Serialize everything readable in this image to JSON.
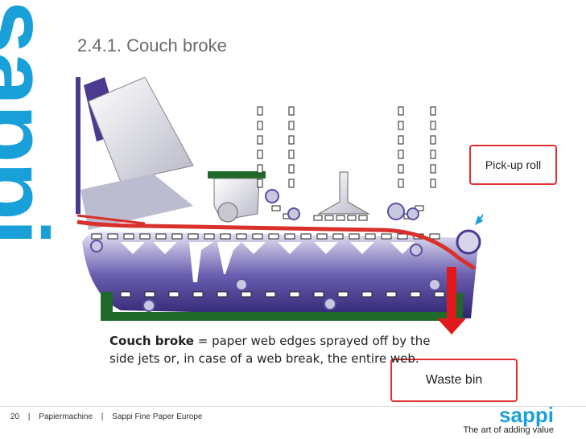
{
  "slide": {
    "title": "2.4.1. Couch broke",
    "side_brand": "sappi",
    "callouts": {
      "pickup_roll": "Pick-up roll",
      "waste_bin": "Waste bin"
    },
    "caption": {
      "term": "Couch broke",
      "definition": " = paper web edges sprayed off by the side jets or, in case of a web break, the entire web."
    }
  },
  "footer": {
    "page_number": "20",
    "section": "Papiermachine",
    "company": "Sappi Fine Paper Europe",
    "logo_name": "sappi",
    "logo_tagline": "The art of adding value"
  },
  "colors": {
    "brand_blue": "#1aa0d8",
    "web_red": "#d8302c",
    "machine_purple": "#4b3a8f",
    "felt_green": "#1f6a2a"
  }
}
